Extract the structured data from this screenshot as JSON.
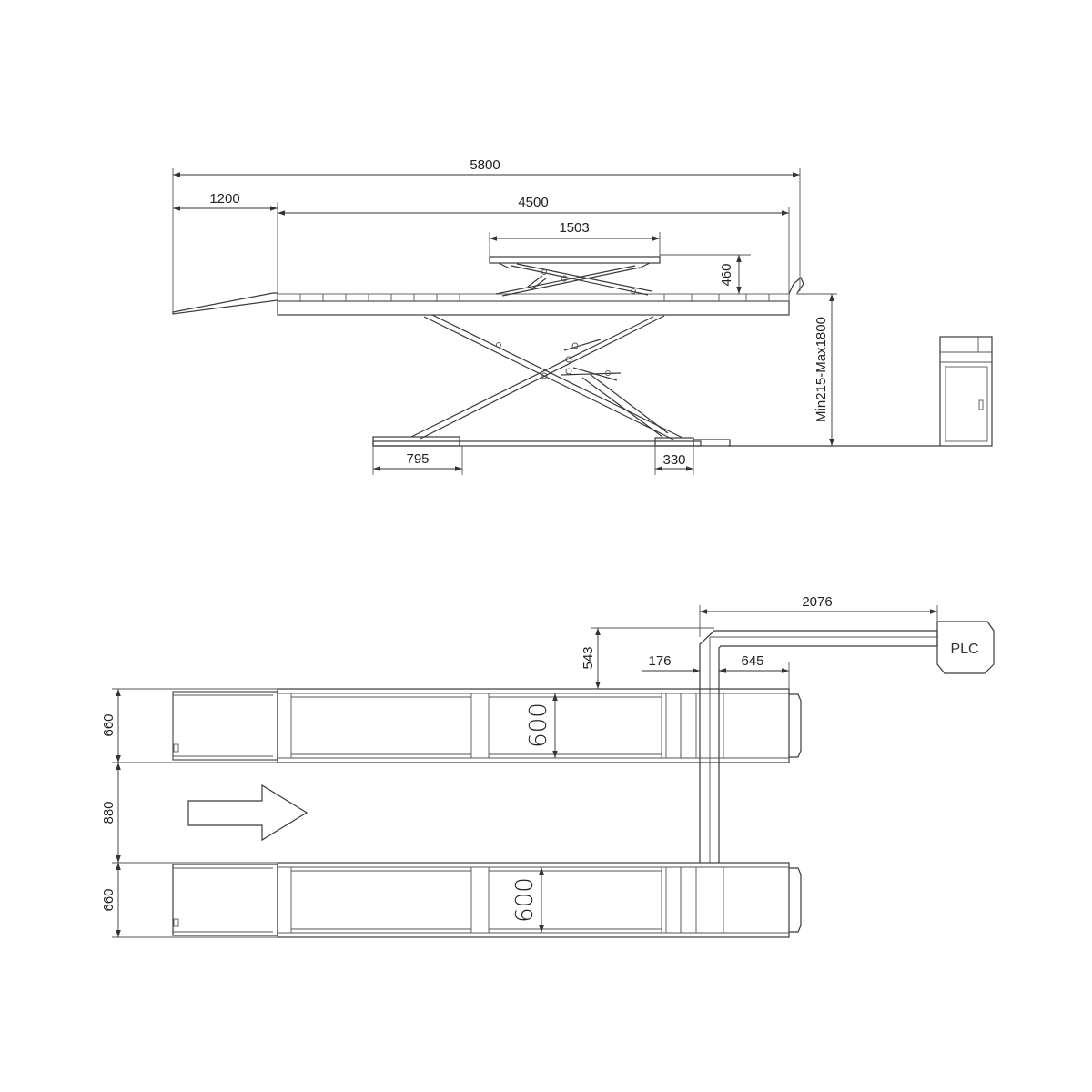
{
  "side_view": {
    "overall_length": "5800",
    "ramp_length": "1200",
    "platform_length": "4500",
    "second_lift_length": "1503",
    "second_lift_height": "460",
    "height_range": "Min215-Max1800",
    "base_front": "795",
    "base_rear": "330"
  },
  "top_view": {
    "control_arm_length": "2076",
    "control_arm_offset": "543",
    "gap_left": "176",
    "gap_right": "645",
    "runway_width_upper": "660",
    "runway_spacing": "880",
    "runway_width_lower": "660",
    "lift_pad_width_upper": "600",
    "lift_pad_width_lower": "600",
    "control_box_label": "PLC"
  }
}
